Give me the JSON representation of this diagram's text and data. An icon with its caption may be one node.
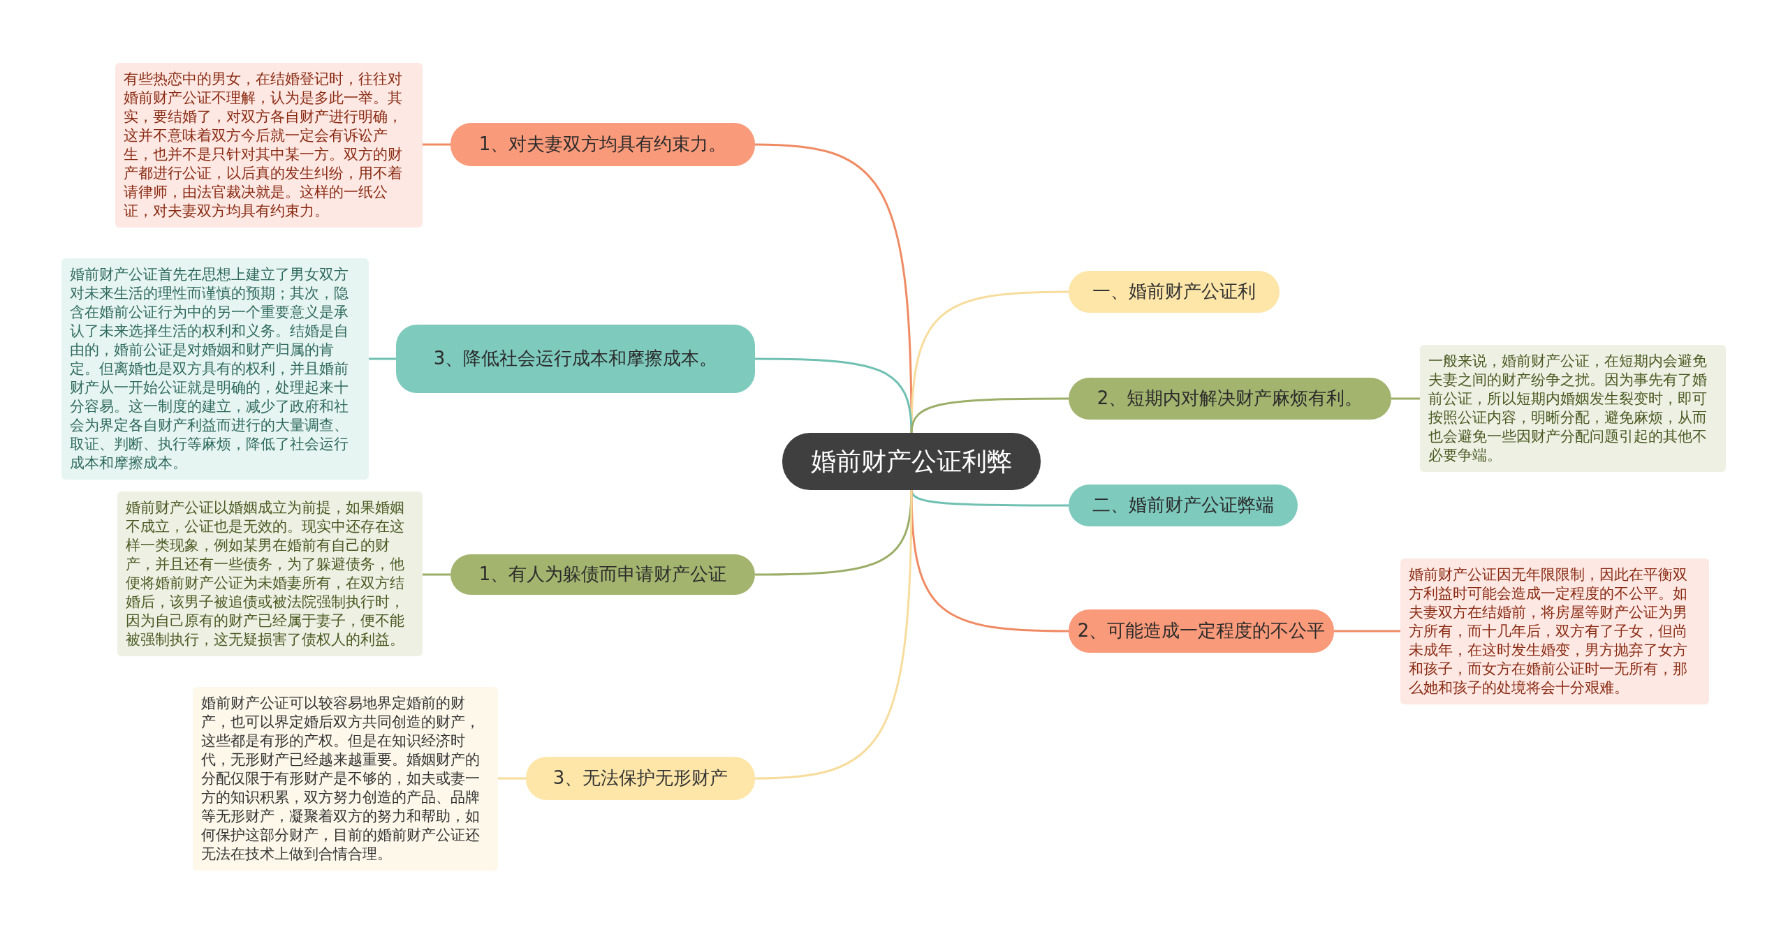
{
  "diagram": {
    "nodes": [
      {
        "text": [
          "婚前财产公证利弊"
        ]
      },
      {
        "text": [
          "一、婚前财产公证利"
        ]
      },
      {
        "text": [
          "2、短期内对解决财产麻烦有利。"
        ]
      },
      {
        "text": [
          "一般来说，婚前财产公证，在短期内会避免夫妻之间的财产纷争之扰。因为事先有了婚前公证，所以短期内婚姻发生裂变时，即可按照公证内容，明晰分配，避免麻烦，从而也会避免一些因财产分配问题引起的其他不必要争端。"
        ]
      },
      {
        "text": [
          "二、婚前财产公证弊端"
        ]
      },
      {
        "text": [
          "2、可能造成一定程度的不公平"
        ]
      },
      {
        "text": [
          "婚前财产公证因无年限限制，因此在平衡双方利益时可能会造成一定程度的不公平。如夫妻双方在结婚前，将房屋等财产公证为男方所有，而十几年后，双方有了子女，但尚未成年，在这时发生婚变，男方抛弃了女方和孩子，而女方在婚前公证时一无所有，那么她和孩子的处境将会十分艰难。"
        ]
      },
      {
        "text": [
          "1、对夫妻双方均具有约束力。"
        ]
      },
      {
        "text": [
          "有些热恋中的男女，在结婚登记时，往往对婚前财产公证不理解，认为是多此一举。其实，要结婚了，对双方各自财产进行明确，这并不意味着双方今后就一定会有诉讼产生，也并不是只针对其中某一方。双方的财产都进行公证，以后真的发生纠纷，用不着请律师，由法官裁决就是。这样的一纸公证，对夫妻双方均具有约束力。"
        ]
      },
      {
        "text": [
          "3、降低社会运行成本和摩擦成本。"
        ]
      },
      {
        "text": [
          "婚前财产公证首先在思想上建立了男女双方对未来生活的理性而谨慎的预期；其次，隐含在婚前公证行为中的另一个重要意义是承认了未来选择生活的权利和义务。结婚是自由的，婚前公证是对婚姻和财产归属的肯定。但离婚也是双方具有的权利，并且婚前财产从一开始公证就是明确的，处理起来十分容易。这一制度的建立，减少了政府和社会为界定各自财产利益而进行的大量调查、取证、判断、执行等麻烦，降低了社会运行成本和摩擦成本。"
        ]
      },
      {
        "text": [
          "1、有人为躲债而申请财产公证"
        ]
      },
      {
        "text": [
          "婚前财产公证以婚姻成立为前提，如果婚姻不成立，公证也是无效的。现实中还存在这样一类现象，例如某男在婚前有自己的财产，并且还有一些债务，为了躲避债务，他便将婚前财产公证为未婚妻所有，在双方结婚后，该男子被追债或被法院强制执行时，因为自己原有的财产已经属于妻子，便不能被强制执行，这无疑损害了债权人的利益。"
        ]
      },
      {
        "text": [
          "3、无法保护无形财产"
        ]
      },
      {
        "text": [
          "婚前财产公证可以较容易地界定婚前的财产，也可以界定婚后双方共同创造的财产，这些都是有形的产权。但是在知识经济时代，无形财产已经越来越重要。婚姻财产的分配仅限于有形财产是不够的，如夫或妻一方的知识积累，双方努力创造的产品、品牌等无形财产，凝聚着双方的努力和帮助，如何保护这部分财产，目前的婚前财产公证还无法在技术上做到合情合理。"
        ]
      }
    ],
    "edges": [
      {
        "from": 0,
        "to": 7,
        "arrow": "none",
        "color": "#ef8a63"
      },
      {
        "from": 0,
        "to": 1,
        "arrow": "none",
        "color": "#f7dc9c"
      },
      {
        "from": 0,
        "to": 9,
        "arrow": "none",
        "color": "#6fc0b2"
      },
      {
        "from": 0,
        "to": 2,
        "arrow": "none",
        "color": "#9bae68"
      },
      {
        "from": 0,
        "to": 4,
        "arrow": "none",
        "color": "#6fc0b2"
      },
      {
        "from": 0,
        "to": 11,
        "arrow": "none",
        "color": "#9bae68"
      },
      {
        "from": 0,
        "to": 5,
        "arrow": "none",
        "color": "#ef8a63"
      },
      {
        "from": 0,
        "to": 13,
        "arrow": "none",
        "color": "#f7dc9c"
      },
      {
        "from": 7,
        "to": 8,
        "arrow": "none",
        "color": "#ef8a63"
      },
      {
        "from": 9,
        "to": 10,
        "arrow": "none",
        "color": "#6fc0b2"
      },
      {
        "from": 2,
        "to": 3,
        "arrow": "none",
        "color": "#9bae68"
      },
      {
        "from": 11,
        "to": 12,
        "arrow": "none",
        "color": "#9bae68"
      },
      {
        "from": 5,
        "to": 6,
        "arrow": "none",
        "color": "#ef8a63"
      },
      {
        "from": 13,
        "to": 14,
        "arrow": "none",
        "color": "#f7dc9c"
      }
    ]
  }
}
